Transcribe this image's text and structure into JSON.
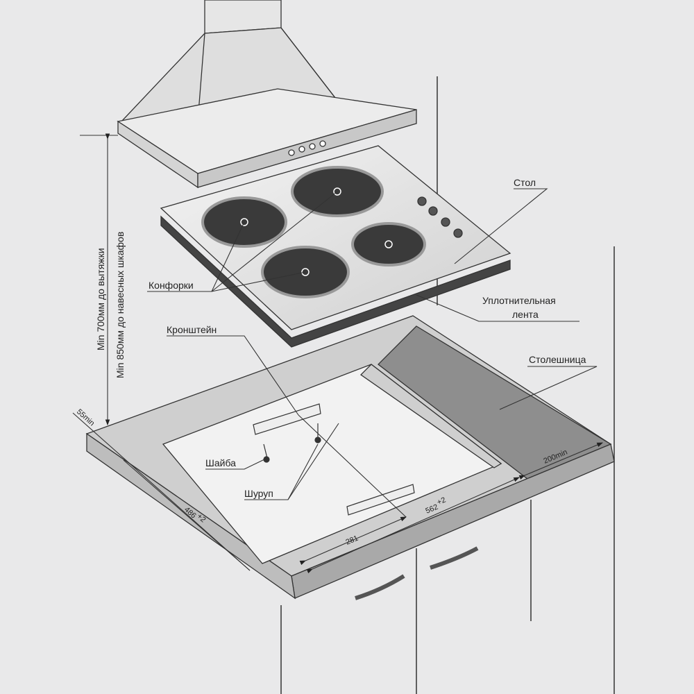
{
  "labels": {
    "table": "Стол",
    "burners": "Конфорки",
    "seal_line1": "Уплотнительная",
    "seal_line2": "лента",
    "bracket": "Кронштейн",
    "countertop": "Столешница",
    "washer": "Шайба",
    "screw": "Шуруп"
  },
  "dimensions": {
    "to_hood": "Min 700мм до вытяжки",
    "to_cabinets": "Min 850мм до навесных шкафов",
    "edge_min": "55min",
    "depth": "486",
    "depth_tol": "+2",
    "half_width": "281",
    "width": "562",
    "width_tol": "+2",
    "side_min": "200min"
  }
}
